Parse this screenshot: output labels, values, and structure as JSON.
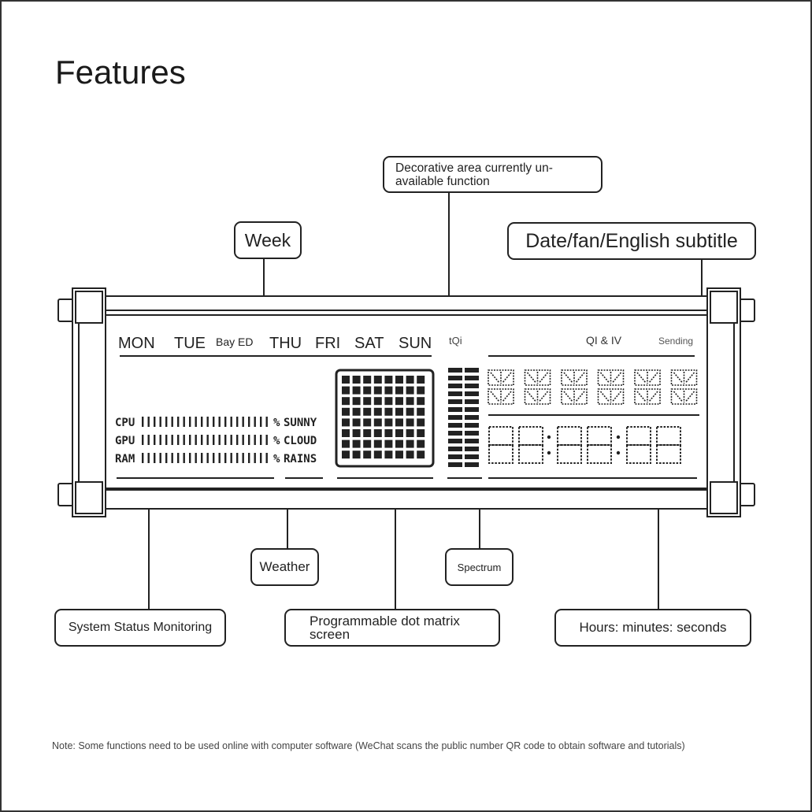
{
  "title": "Features",
  "callouts": {
    "decorative": "Decorative area currently un-available function",
    "week": "Week",
    "date_subtitle": "Date/fan/English subtitle",
    "weather": "Weather",
    "spectrum": "Spectrum",
    "system_status": "System Status Monitoring",
    "dot_matrix": "Programmable dot matrix screen",
    "time": "Hours: minutes: seconds"
  },
  "lcd": {
    "weekdays": [
      "MON",
      "TUE",
      "Bay ED",
      "THU",
      "FRI",
      "SAT",
      "SUN"
    ],
    "top_right_labels": [
      "tQi",
      "QI & IV",
      "Sending"
    ],
    "status_rows": [
      {
        "label": "CPU",
        "weather": "SUNNY"
      },
      {
        "label": "GPU",
        "weather": "CLOUD"
      },
      {
        "label": "RAM",
        "weather": "RAINS"
      }
    ],
    "percent_symbol": "%"
  },
  "note": "Note: Some functions need to be used online with computer software (WeChat scans the public number QR code to obtain software and tutorials)"
}
